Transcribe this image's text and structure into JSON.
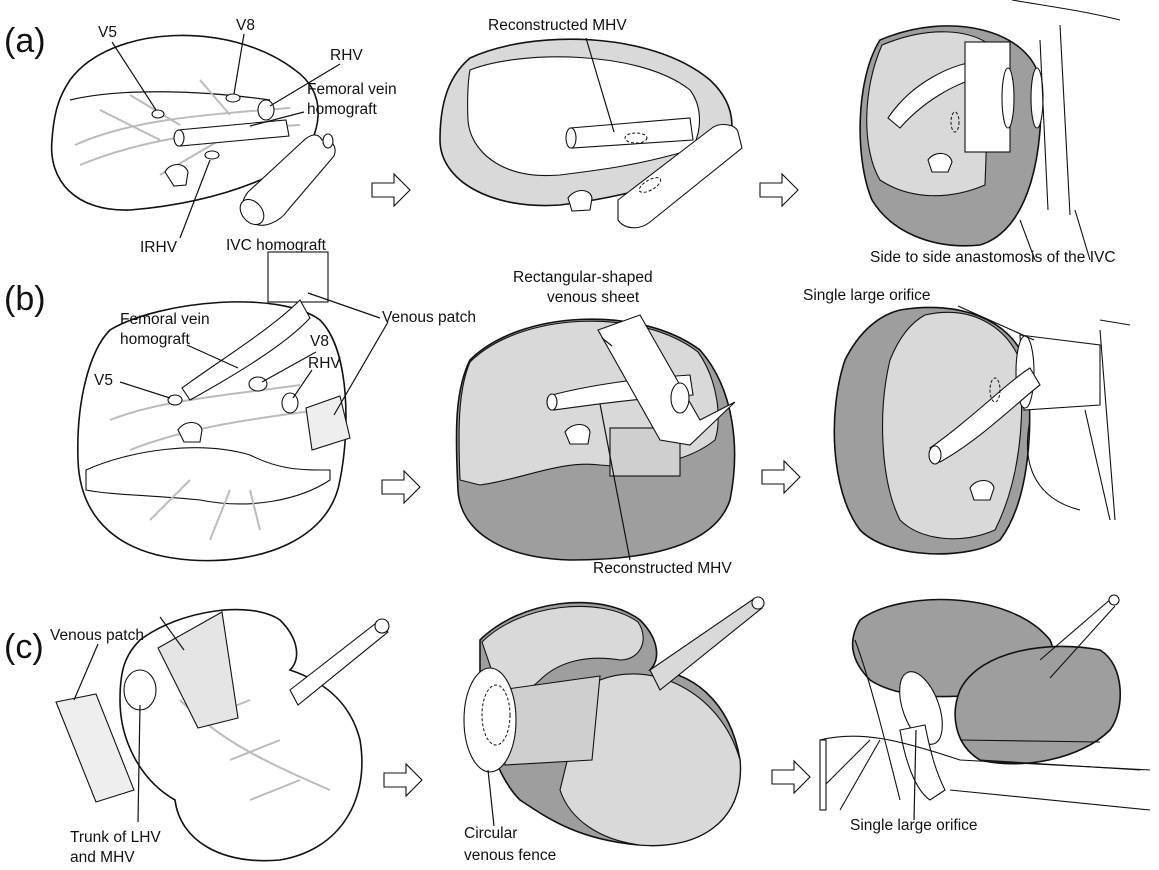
{
  "colors": {
    "light_gray": "#d9d9d9",
    "dark_gray": "#9e9e9e",
    "line": "#111111",
    "background": "#ffffff"
  },
  "panels": [
    {
      "letter": "(a)",
      "labels": {
        "v5": "V5",
        "v8": "V8",
        "rhv": "RHV",
        "fem_vein_1": "Femoral vein",
        "fem_vein_2": "homograft",
        "irhv": "IRHV",
        "ivc_homograft": "IVC homograft",
        "reconstructed_mhv": "Reconstructed MHV",
        "side_to_side": "Side to side anastomosis of the IVC"
      }
    },
    {
      "letter": "(b)",
      "labels": {
        "fem_vein_1": "Femoral vein",
        "fem_vein_2": "homograft",
        "venous_patch": "Venous patch",
        "v8": "V8",
        "rhv": "RHV",
        "v5": "V5",
        "rect_sheet_1": "Rectangular-shaped",
        "rect_sheet_2": "venous sheet",
        "reconstructed_mhv": "Reconstructed MHV",
        "single_orifice": "Single large orifice"
      }
    },
    {
      "letter": "(c)",
      "labels": {
        "venous_patch": "Venous patch",
        "trunk_1": "Trunk of LHV",
        "trunk_2": "and MHV",
        "fence_1": "Circular",
        "fence_2": "venous fence",
        "single_orifice": "Single large orifice"
      }
    }
  ],
  "icons": [
    "arrow-right-icon"
  ]
}
